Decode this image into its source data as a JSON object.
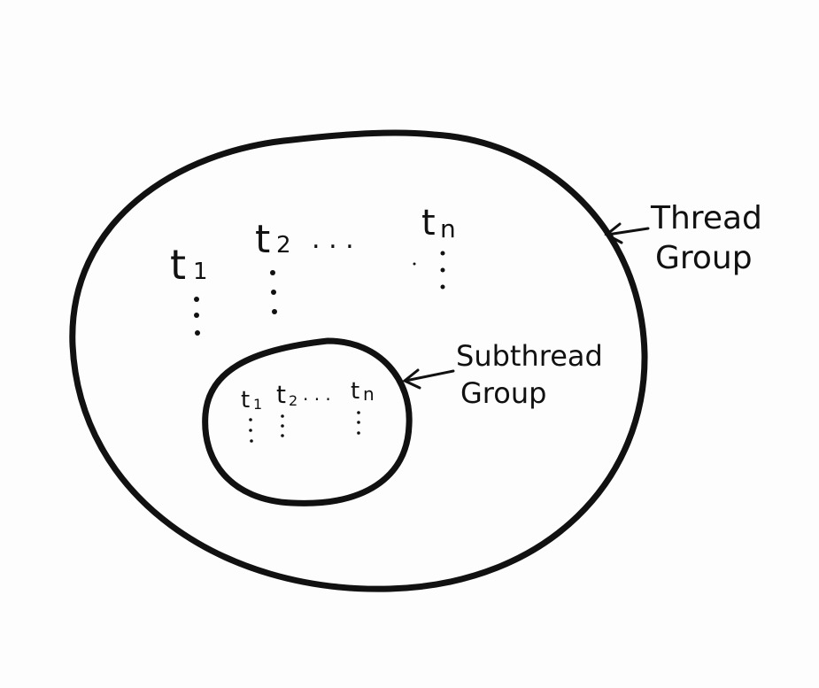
{
  "outer_group": {
    "label_line1": "Thread",
    "label_line2": "Group",
    "threads": [
      {
        "name": "t",
        "sub": "1"
      },
      {
        "name": "t",
        "sub": "2"
      },
      {
        "name": "t",
        "sub": "n"
      }
    ],
    "ellipsis": ". . ."
  },
  "inner_group": {
    "label_line1": "Subthread",
    "label_line2": "Group",
    "threads": [
      {
        "name": "t",
        "sub": "1"
      },
      {
        "name": "t",
        "sub": "2"
      },
      {
        "name": "t",
        "sub": "n"
      }
    ],
    "ellipsis": ". . ."
  },
  "colors": {
    "ink": "#111111",
    "paper": "#fdfdfd"
  }
}
